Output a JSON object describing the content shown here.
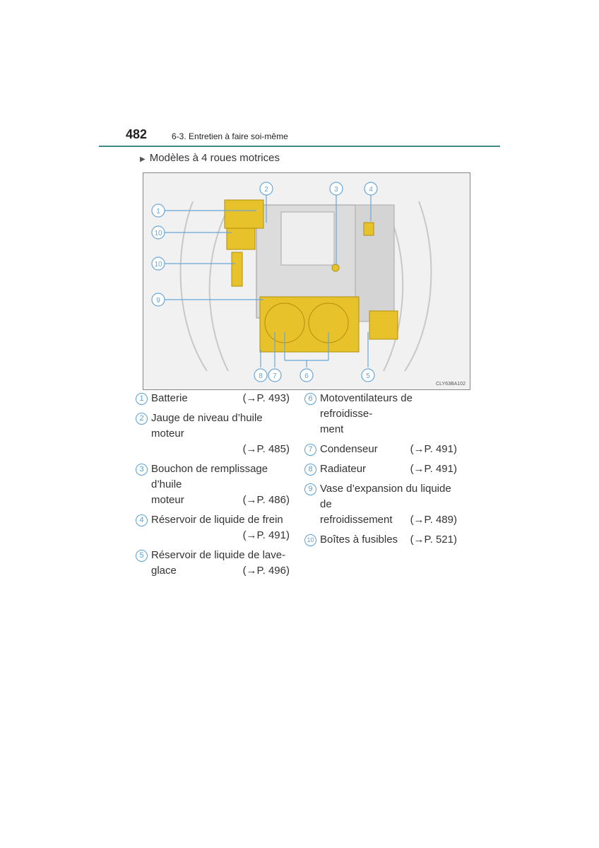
{
  "header": {
    "page_number": "482",
    "section": "6-3. Entretien à faire soi-même"
  },
  "subtitle": "Modèles à 4 roues motrices",
  "figure": {
    "code": "CLY63BA102",
    "callouts": [
      "1",
      "10",
      "10",
      "9",
      "2",
      "3",
      "4",
      "8",
      "7",
      "6",
      "5"
    ]
  },
  "legend_left": [
    {
      "num": "1",
      "label": "Batterie",
      "ref": "(→P. 493)"
    },
    {
      "num": "2",
      "label": "Jauge de niveau d’huile moteur",
      "label2": "",
      "ref": "(→P. 485)"
    },
    {
      "num": "3",
      "label": "Bouchon de remplissage d’huile",
      "label2": "moteur",
      "ref": "(→P. 486)"
    },
    {
      "num": "4",
      "label": "Réservoir de liquide de frein",
      "label2": "",
      "ref": "(→P. 491)"
    },
    {
      "num": "5",
      "label": "Réservoir de liquide de lave-",
      "label2": "glace",
      "ref": "(→P. 496)"
    }
  ],
  "legend_right": [
    {
      "num": "6",
      "label": "Motoventilateurs de refroidisse-",
      "label2": "ment"
    },
    {
      "num": "7",
      "label": "Condenseur",
      "ref": "(→P. 491)"
    },
    {
      "num": "8",
      "label": "Radiateur",
      "ref": "(→P. 491)"
    },
    {
      "num": "9",
      "label": "Vase d’expansion du liquide de",
      "label2": "refroidissement",
      "ref": "(→P. 489)"
    },
    {
      "num": "10",
      "label": "Boîtes à fusibles",
      "ref": "(→P. 521)"
    }
  ]
}
